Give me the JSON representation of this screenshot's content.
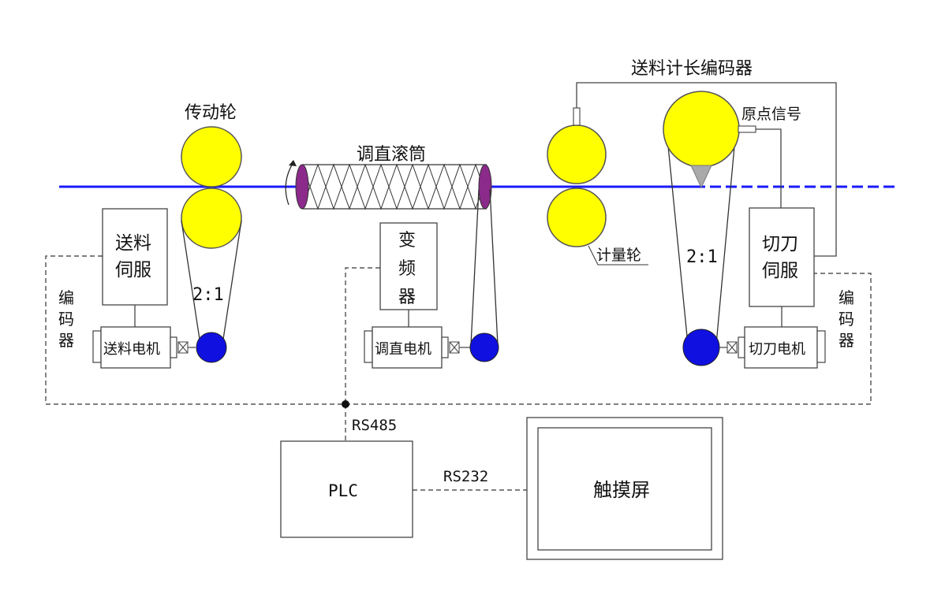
{
  "labels": {
    "drive_wheel": "传动轮",
    "straighten_drum": "调直滚筒",
    "feed_encoder": "送料计长编码器",
    "origin_signal": "原点信号",
    "feed_servo_1": "送料",
    "feed_servo_2": "伺服",
    "encoder_char_1": "编",
    "encoder_char_2": "码",
    "encoder_char_3": "器",
    "vfd_char_1": "变",
    "vfd_char_2": "频",
    "vfd_char_3": "器",
    "cutter_servo_1": "切刀",
    "cutter_servo_2": "伺服",
    "feed_motor": "送料电机",
    "straighten_motor": "调直电机",
    "cutter_motor": "切刀电机",
    "ratio_left": "2:1",
    "ratio_right": "2:1",
    "meter_wheel": "计量轮",
    "rs485": "RS485",
    "rs232": "RS232",
    "plc": "PLC",
    "touchscreen": "触摸屏"
  },
  "colors": {
    "material_line": "#1a1aff",
    "roller_fill": "#ffff00",
    "motor_pulley": "#1010e0",
    "drum_end": "#8b2a8b",
    "outline": "#444444"
  }
}
